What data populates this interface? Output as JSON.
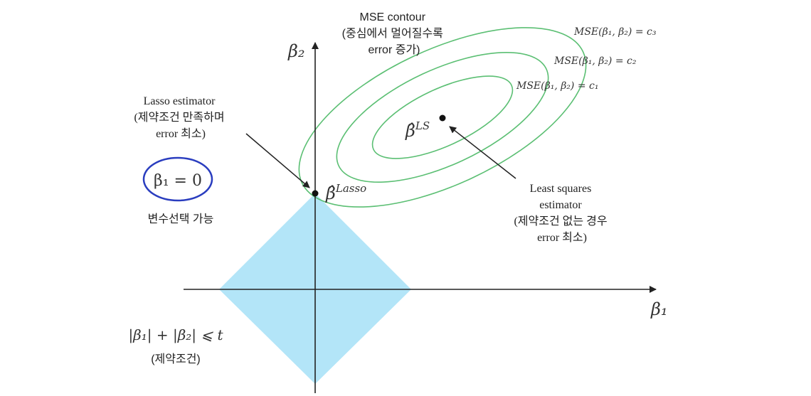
{
  "colors": {
    "constraint_fill": "#b3e5f8",
    "contour_stroke": "#5bbf73",
    "axis": "#222222",
    "highlight_ellipse": "#2a3dbf"
  },
  "axes": {
    "x_label": "β₁",
    "y_label": "β₂"
  },
  "mse_contour": {
    "title_line1": "MSE contour",
    "title_line2": "(중심에서 멀어질수록",
    "title_line3": "error 증가)",
    "label_c1": "MSE(β₁, β₂) = c₁",
    "label_c2": "MSE(β₁, β₂) = c₂",
    "label_c3": "MSE(β₁, β₂) = c₃"
  },
  "lasso": {
    "title_line1": "Lasso estimator",
    "title_line2": "(제약조건 만족하며",
    "title_line3": "error 최소)",
    "point_label": "β̂",
    "point_superscript": "Lasso",
    "beta_zero": "β₁ = 0",
    "variable_selection": "변수선택 가능"
  },
  "least_squares": {
    "point_label": "β̂",
    "point_superscript": "LS",
    "title_line1": "Least squares",
    "title_line2": "estimator",
    "title_line3": "(제약조건 없는 경우",
    "title_line4": "error 최소)"
  },
  "constraint": {
    "formula": "|β₁| + |β₂| ⩽ t",
    "label": "(제약조건)"
  }
}
